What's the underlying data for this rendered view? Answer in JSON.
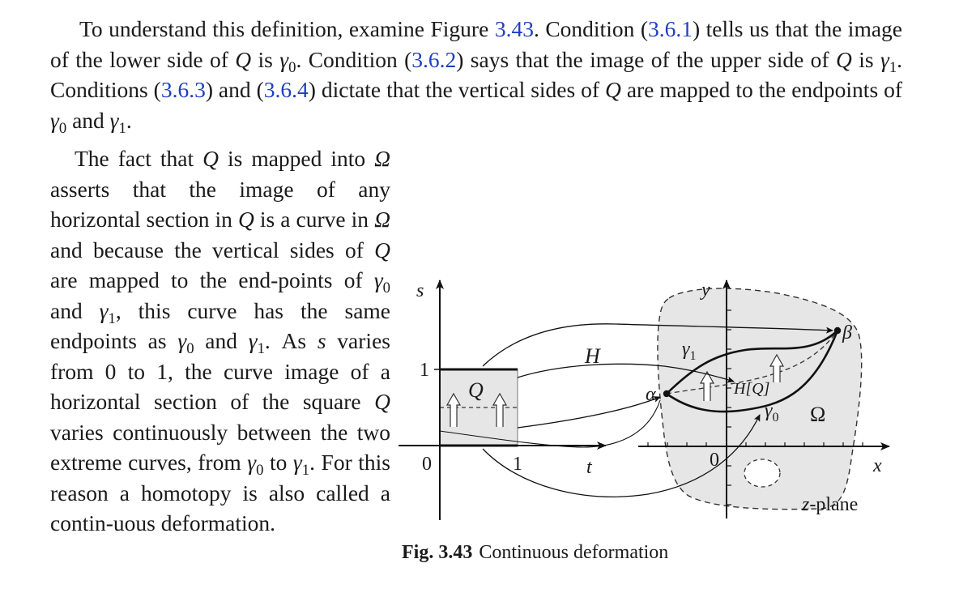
{
  "paragraph_1": {
    "s1": "To understand this definition, examine Figure ",
    "ref_fig": "3.43",
    "s2": ". Condition (",
    "ref_c1": "3.6.1",
    "s3": ") tells us that the image of the lower side of ",
    "Q": "Q",
    "s4": " is ",
    "gamma": "γ",
    "zero": "0",
    "one": "1",
    "s5": ". Condition (",
    "ref_c2": "3.6.2",
    "s6": ") says that the image of the upper side of ",
    "s7": " is ",
    "s8": ". Conditions (",
    "ref_c3": "3.6.3",
    "s9": ") and (",
    "ref_c4": "3.6.4",
    "s10": ") dictate that the vertical sides of ",
    "s11": " are mapped to the endpoints of ",
    "s12": " and ",
    "s13": "."
  },
  "paragraph_2": {
    "t1": "The fact that ",
    "Q": "Q",
    "t2": " is mapped into ",
    "Omega": "Ω",
    "t3": " asserts that the image of any horizontal section in ",
    "t4": " is a curve in ",
    "t5": " and because the vertical sides of ",
    "t6": " are mapped to the end-points of ",
    "gamma": "γ",
    "zero": "0",
    "one": "1",
    "t7": " and ",
    "t8": ", this curve has the same endpoints as ",
    "t9": " and ",
    "t10": ". As ",
    "s": "s",
    "t11": " varies from 0 to 1, the curve image of a horizontal section of the square ",
    "t12": " varies continuously between the two extreme curves, from ",
    "t13": " to ",
    "t14": ". For this reason a homotopy is also called a contin-uous deformation."
  },
  "figure": {
    "label_s": "s",
    "label_t": "t",
    "tick_1_s": "1",
    "tick_0": "0",
    "tick_1_t": "1",
    "label_Q": "Q",
    "label_H": "H",
    "label_y": "y",
    "label_x": "x",
    "label_origin": "0",
    "label_alpha": "α",
    "label_beta": "β",
    "label_gamma": "γ",
    "label_gamma1_sub": "1",
    "label_gamma0_sub": "0",
    "label_HQ": "H[Q]",
    "label_Omega": "Ω",
    "label_zplane_z": "z",
    "label_zplane_rest": "-plane"
  },
  "caption": {
    "number": "Fig. 3.43",
    "text": "Continuous deformation"
  }
}
